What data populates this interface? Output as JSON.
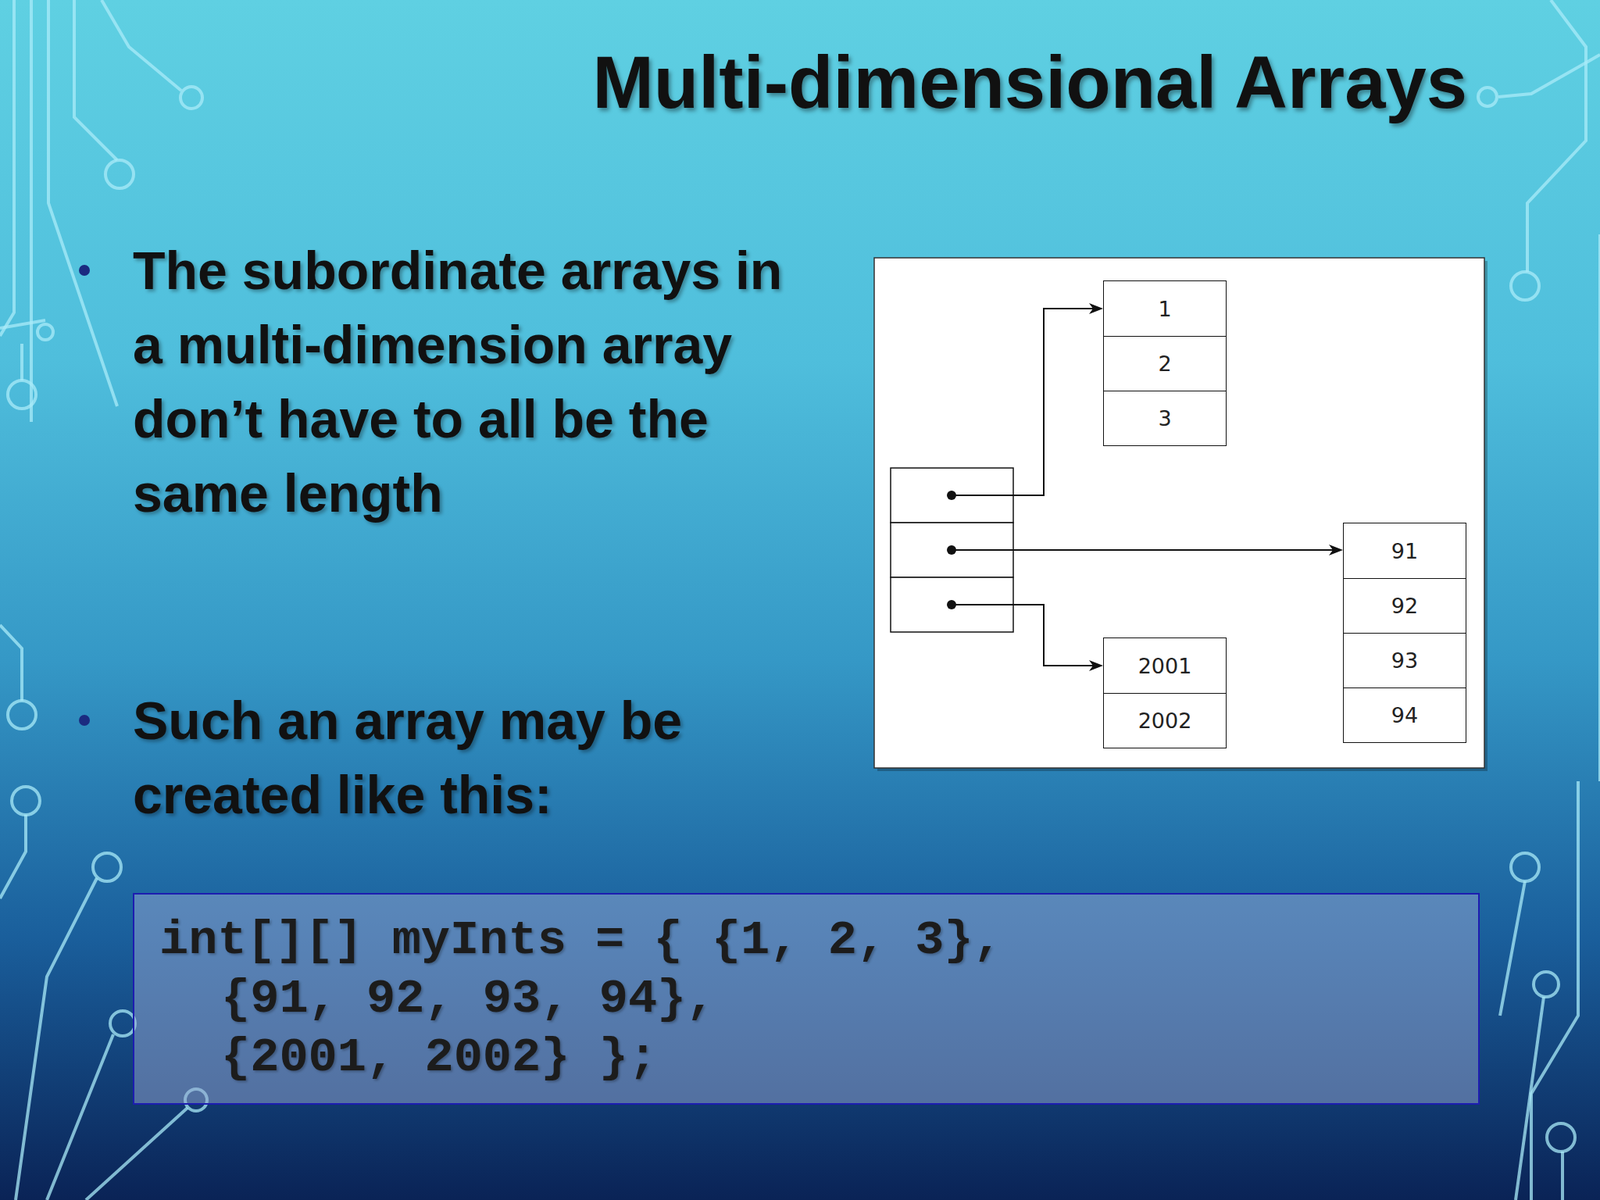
{
  "diagram": {
    "title": "Multi-dimensional Arrays",
    "nodes": [
      {
        "text": [
          "1",
          "2",
          "3"
        ]
      },
      {
        "text": [
          "91",
          "92",
          "93",
          "94"
        ]
      },
      {
        "text": [
          "2001",
          "2002"
        ]
      },
      {
        "text": [
          "int[][] myInts = { {1, 2, 3},",
          "{91, 92, 93, 94},",
          "{2001, 2002} };"
        ]
      }
    ],
    "labels": [
      "The subordinate arrays in a multi-dimension array don’t have to all be the same length",
      "Such an array may be created like this:"
    ]
  }
}
